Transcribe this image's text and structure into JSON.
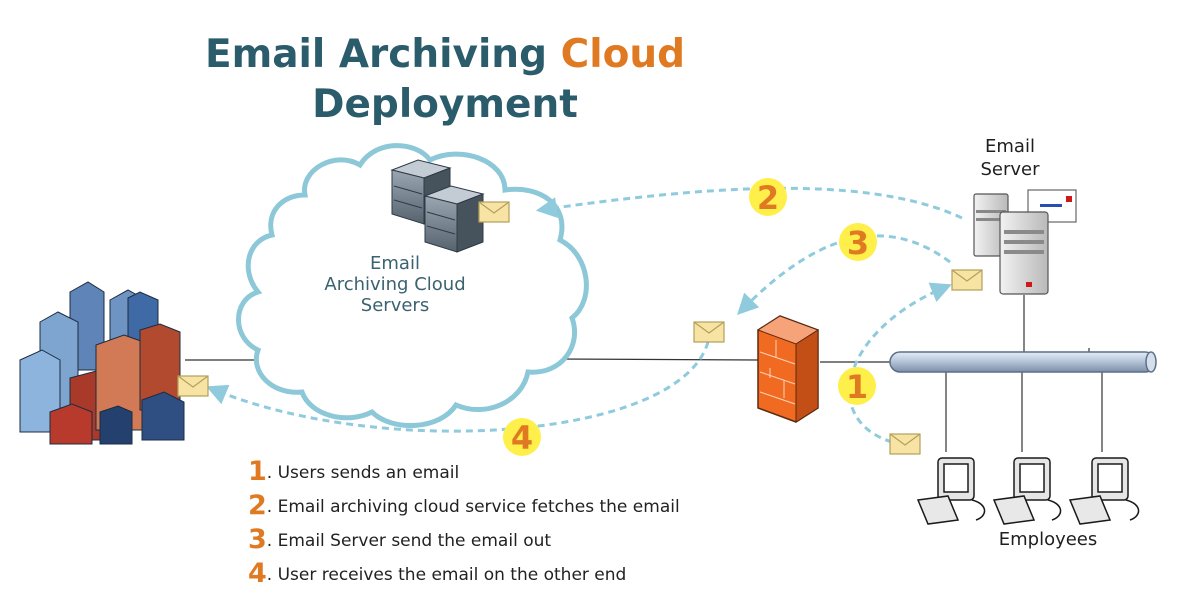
{
  "title": {
    "line1_prefix": "Email Archiving ",
    "line1_accent": "Cloud",
    "line2": "Deployment"
  },
  "labels": {
    "cloud_servers": [
      "Email",
      "Archiving Cloud",
      "Servers"
    ],
    "email_server": [
      "Email",
      "Server"
    ],
    "employees": "Employees"
  },
  "steps": [
    {
      "num": "1",
      "text": ". Users sends an email"
    },
    {
      "num": "2",
      "text": ". Email archiving cloud service fetches the email"
    },
    {
      "num": "3",
      "text": ". Email Server send the email out"
    },
    {
      "num": "4",
      "text": ". User receives the email on the other end"
    }
  ],
  "badges": [
    "1",
    "2",
    "3",
    "4"
  ],
  "icons": {
    "city": "city-buildings-icon",
    "cloud": "cloud-icon",
    "cloud_servers": "server-rack-icon",
    "firewall": "firewall-icon",
    "email_server": "server-tower-icon",
    "envelope": "envelope-icon",
    "workstation": "computer-workstation-icon",
    "network_bus": "network-bus-pipe-icon"
  },
  "colors": {
    "title": "#2b5c6b",
    "accent": "#e07a22",
    "cloud_outline": "#8cc8d8",
    "flow_arrow": "#8fcbdc",
    "badge_fill": "#ffef4a",
    "firewall": "#f06a22",
    "envelope": "#f7e3a3"
  }
}
